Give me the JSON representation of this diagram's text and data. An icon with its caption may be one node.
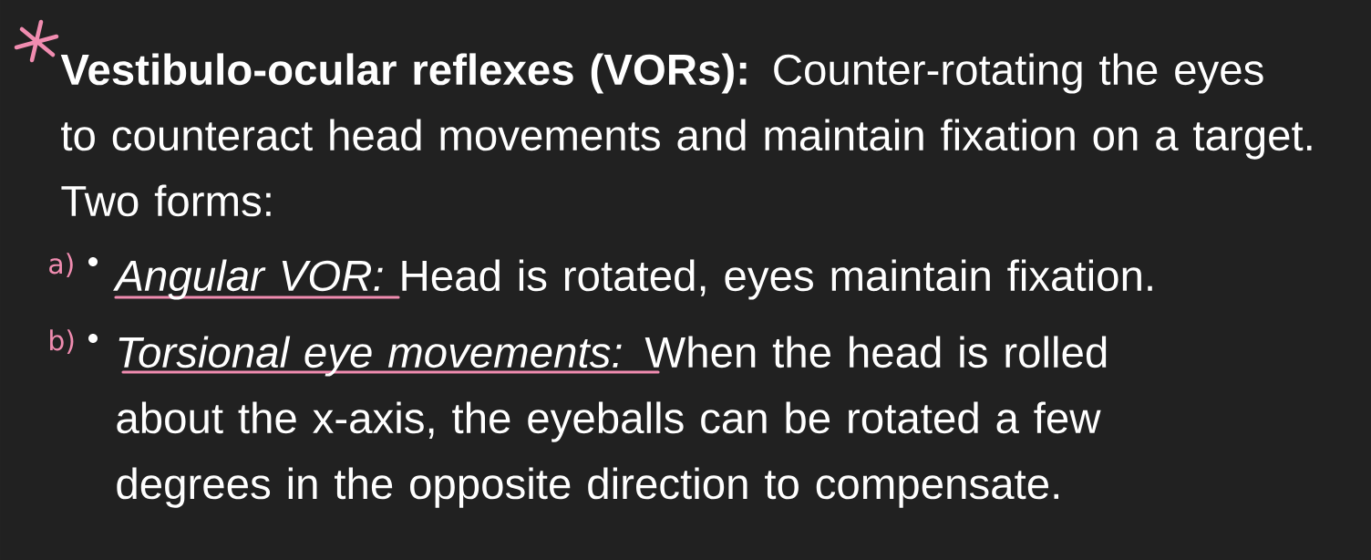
{
  "diagram": {
    "labels": [
      "**Vestibulo-ocular reflexes (VORs):** Counter-rotating the eyes to counteract head movements and maintain fixation on a target. Two forms:",
      "a)",
      "*Angular VOR:* Head is rotated, eyes maintain fixation.",
      "b)",
      "*Torsional eye movements:* When the head is rolled about the x-axis, the eyeballs can be rotated a few degrees in the opposite direction to compensate."
    ]
  }
}
